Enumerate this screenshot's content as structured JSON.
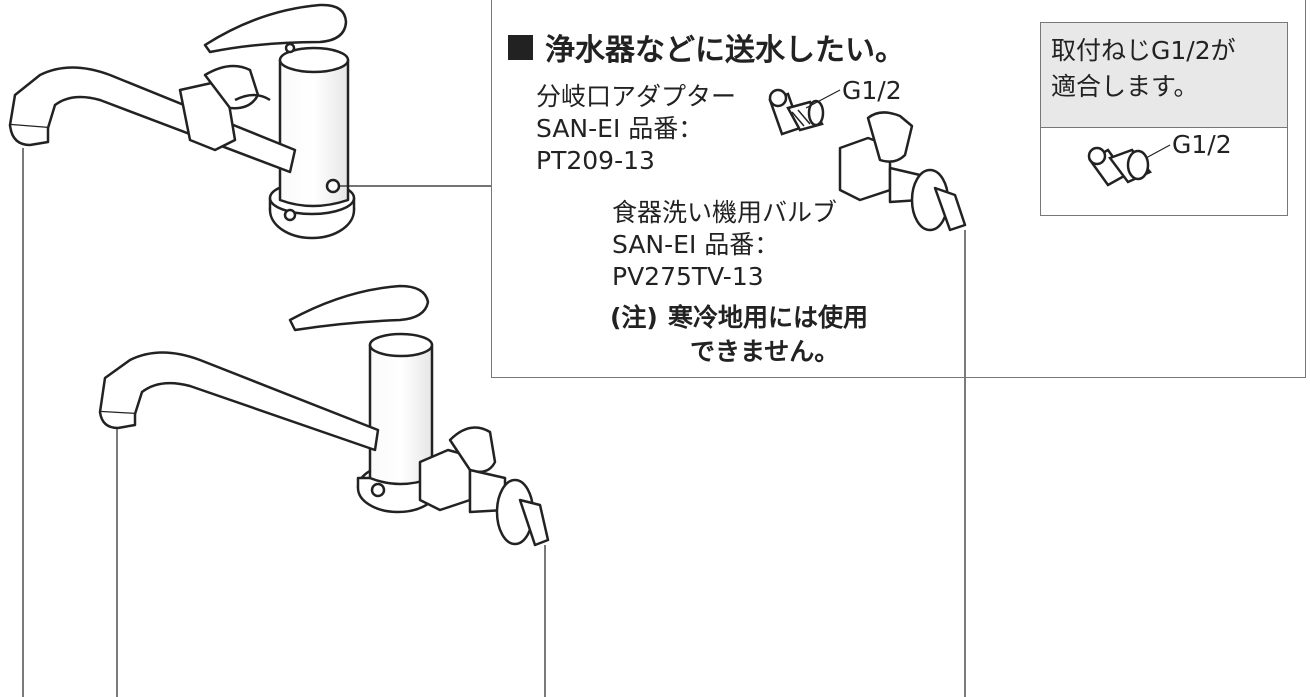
{
  "panel": {
    "heading": "浄水器などに送水したい。",
    "adapter": {
      "name": "分岐口アダプター",
      "part_label": "SAN-EI 品番：",
      "part_number": "PT209-13",
      "thread": "G1/2"
    },
    "valve": {
      "name": "食器洗い機用バルブ",
      "part_label": "SAN-EI 品番：",
      "part_number": "PV275TV-13"
    },
    "note_prefix": "(注)",
    "note_line1": "寒冷地用には使用",
    "note_line2": "できません。"
  },
  "fit_box": {
    "line1": "取付ねじG1/2が",
    "line2": "適合します。",
    "thread": "G1/2"
  },
  "colors": {
    "stroke": "#222222",
    "fill": "#ffffff",
    "shade": "#e8e8e8",
    "frame": "#777777"
  }
}
